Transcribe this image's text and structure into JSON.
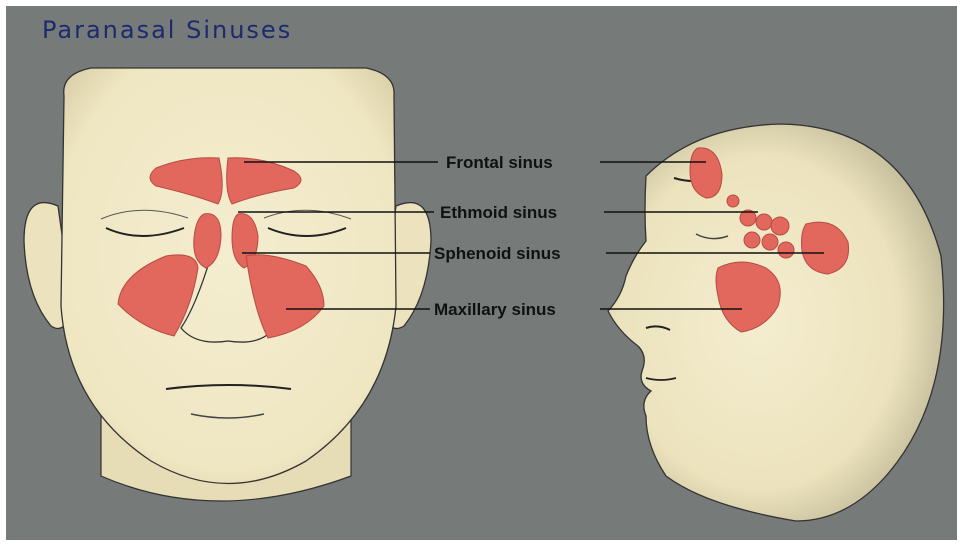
{
  "title": "Paranasal Sinuses",
  "labels": {
    "frontal": "Frontal sinus",
    "ethmoid": "Ethmoid sinus",
    "sphenoid": "Sphenoid sinus",
    "maxillary": "Maxillary sinus"
  },
  "colors": {
    "background": "#767a79",
    "skin": "#f1e9c6",
    "sinus": "#e2675c",
    "title": "#1c2a6e"
  }
}
